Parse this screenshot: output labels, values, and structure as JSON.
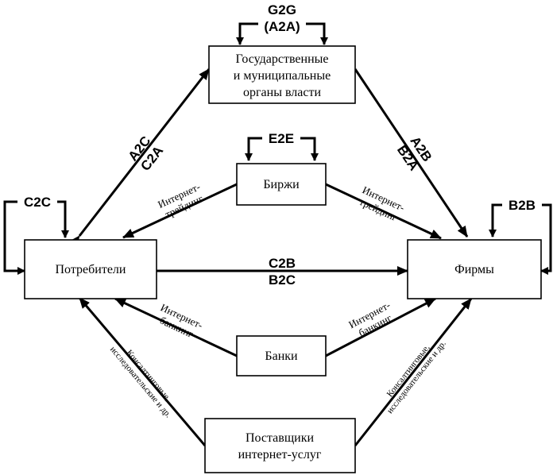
{
  "nodes": {
    "government": {
      "line1": "Государственные",
      "line2": "и муниципальные",
      "line3": "органы власти"
    },
    "exchanges": {
      "label": "Биржи"
    },
    "consumers": {
      "label": "Потребители"
    },
    "firms": {
      "label": "Фирмы"
    },
    "banks": {
      "label": "Банки"
    },
    "providers": {
      "line1": "Поставщики",
      "line2": "интернет-услуг"
    }
  },
  "relations": {
    "g2g": {
      "line1": "G2G",
      "line2": "(A2A)"
    },
    "e2e": "E2E",
    "c2c": "C2C",
    "b2b": "B2B",
    "a2c_c2a": {
      "line1": "A2C",
      "line2": "C2A"
    },
    "a2b_b2a": {
      "line1": "A2B",
      "line2": "B2A"
    },
    "c2b_b2c": {
      "line1": "C2B",
      "line2": "B2C"
    }
  },
  "link_labels": {
    "trading_left": {
      "line1": "Интернет-",
      "line2": "трейдинг"
    },
    "trading_right": {
      "line1": "Интернет-",
      "line2": "трейдинг"
    },
    "banking_left": {
      "line1": "Интернет-",
      "line2": "банкинг"
    },
    "banking_right": {
      "line1": "Интернет-",
      "line2": "банкинг"
    },
    "consulting_left": {
      "line1": "Консалтинговые,",
      "line2": "исследовательские и др."
    },
    "consulting_right": {
      "line1": "Консалтинговые,",
      "line2": "исследовательские и др."
    }
  }
}
